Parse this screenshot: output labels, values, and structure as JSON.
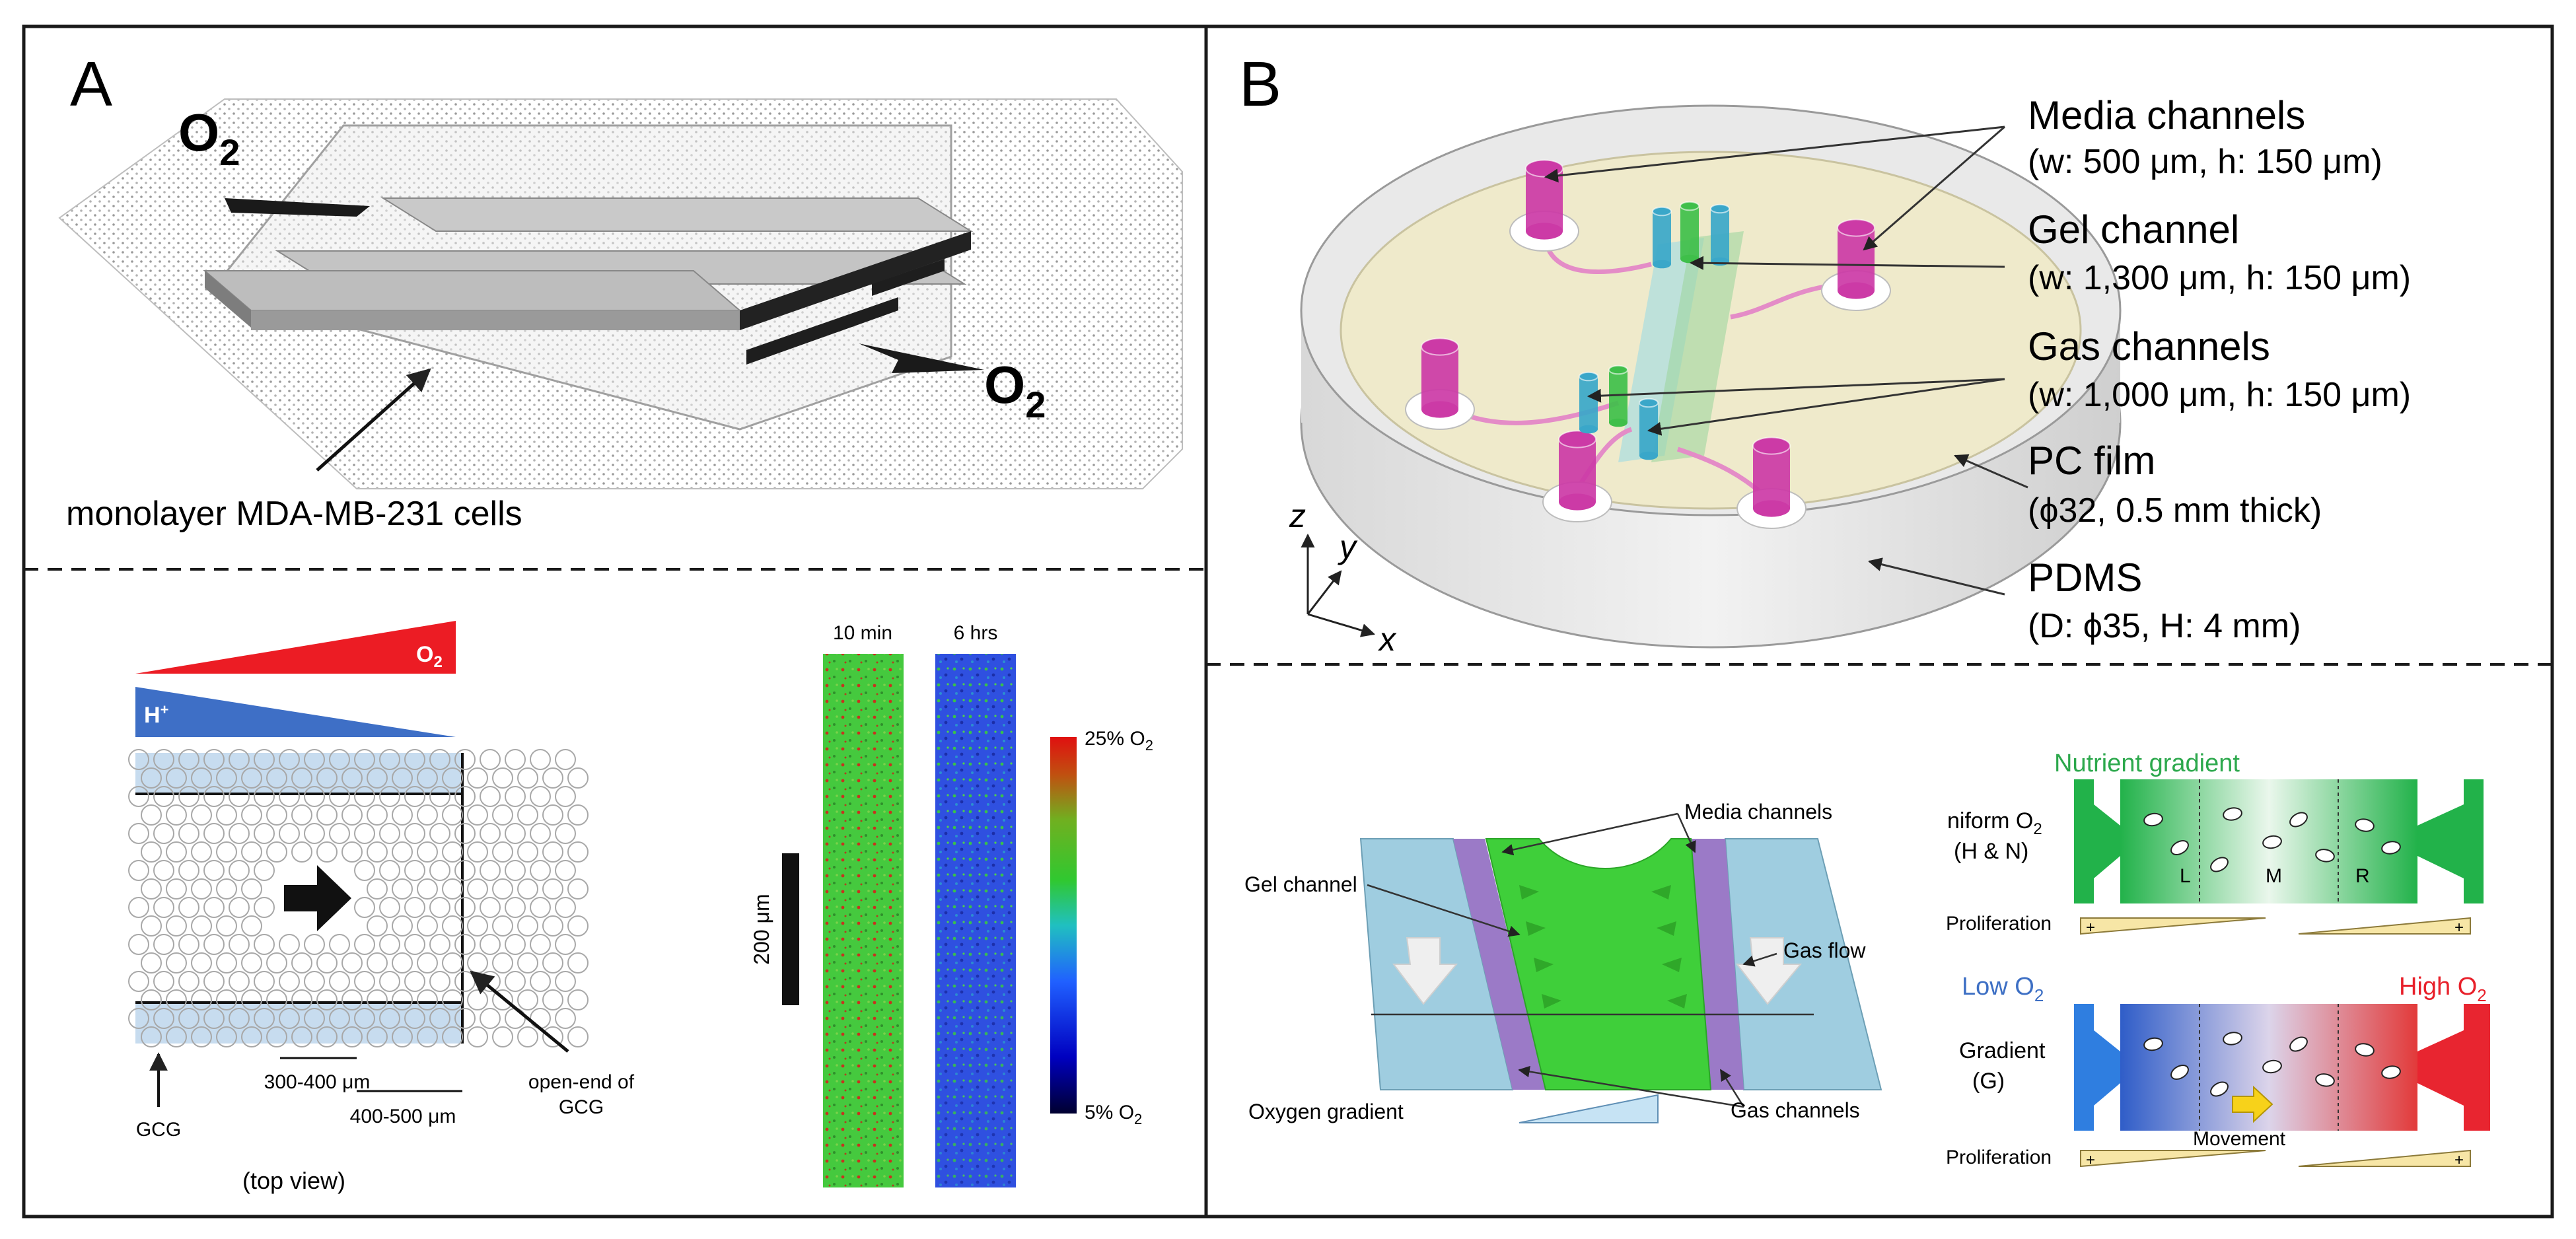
{
  "panel_a": {
    "label": "A",
    "top": {
      "o2_left": "O",
      "o2_right": "O",
      "o2_sub": "2",
      "cells_label": "monolayer MDA-MB-231 cells"
    },
    "bottom": {
      "wedge_o2": "O",
      "wedge_o2_sub": "2",
      "wedge_h": "H",
      "wedge_h_sup": "+",
      "dim_1": "300-400 μm",
      "dim_2": "400-500 μm",
      "gcg": "GCG",
      "open_end_line1": "open-end of",
      "open_end_line2": "GCG",
      "top_view": "(top view)",
      "time_1": "10 min",
      "time_2": "6 hrs",
      "scale_bar": "200 μm",
      "cbar_top": "25% O",
      "cbar_bottom": "5% O",
      "cbar_sub": "2"
    }
  },
  "panel_b": {
    "label": "B",
    "top": {
      "media_title": "Media channels",
      "media_dims": "(w: 500 μm, h: 150 μm)",
      "gel_title": "Gel channel",
      "gel_dims": "(w: 1,300 μm, h: 150 μm)",
      "gas_title": "Gas channels",
      "gas_dims": "(w: 1,000 μm, h: 150 μm)",
      "pc_title": "PC film",
      "pc_dims": "(ϕ32, 0.5 mm thick)",
      "pdms_title": "PDMS",
      "pdms_dims": "(D: ϕ35, H: 4 mm)",
      "axis_z": "z",
      "axis_y": "y",
      "axis_x": "x"
    },
    "bottom": {
      "media_channels": "Media channels",
      "gel_channel": "Gel channel",
      "gas_flow": "Gas flow",
      "oxygen_gradient": "Oxygen gradient",
      "gas_channels": "Gas channels",
      "nutrient_gradient": "Nutrient gradient",
      "uniform_line1": "niform O",
      "uniform_sub": "2",
      "uniform_line2": "(H & N)",
      "lmr_l": "L",
      "lmr_m": "M",
      "lmr_r": "R",
      "proliferation_1": "Proliferation",
      "low_o2": "Low O",
      "high_o2": "High O",
      "o2_sub": "2",
      "gradient_line1": "Gradient",
      "gradient_line2": "(G)",
      "movement": "Movement",
      "proliferation_2": "Proliferation",
      "plus": "+"
    }
  },
  "colors": {
    "red": "#e8202a",
    "blue": "#4472c4",
    "green_text": "#2ca84c",
    "green_gel": "#3fcf3a",
    "magenta": "#cc3aa6",
    "cyan": "#3aa7c9",
    "gas_blue": "#9fcde0",
    "beige": "#eeeacc",
    "bar_yellow": "#f7e6a6"
  }
}
